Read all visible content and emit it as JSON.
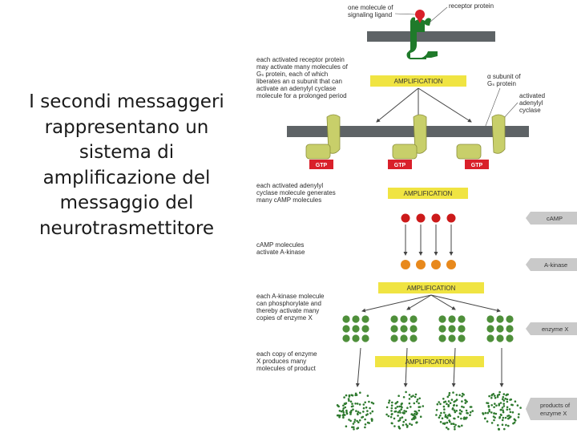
{
  "title_lines": [
    "I secondi messaggeri",
    "rappresentano un",
    "sistema di",
    "amplificazione del",
    "messaggio del",
    "neurotrasmettitore"
  ],
  "labels": {
    "ligand": [
      "one molecule of",
      "signaling ligand"
    ],
    "receptor": "receptor protein",
    "alpha_subunit": [
      "α subunit of",
      "Gₛ protein"
    ],
    "adenylyl_cyclase": [
      "activated",
      "adenylyl",
      "cyclase"
    ],
    "amplification": "AMPLIFICATION",
    "gtp": "GTP"
  },
  "notes": {
    "receptor_step": [
      "each activated receptor protein",
      "may activate many molecules of",
      "Gₛ protein, each of which",
      "liberates an α subunit that can",
      "activate an adenylyl cyclase",
      "molecule for a prolonged period"
    ],
    "cyclase_step": [
      "each activated adenylyl",
      "cyclase molecule generates",
      "many cAMP molecules"
    ],
    "camp_step": [
      "cAMP molecules",
      "activate A-kinase"
    ],
    "kinase_step": [
      "each A-kinase molecule",
      "can phosphorylate and",
      "thereby activate many",
      "copies of enzyme X"
    ],
    "enzyme_step": [
      "each copy of enzyme",
      "X produces many",
      "molecules of product"
    ]
  },
  "side_tags": {
    "camp": [
      "cAMP"
    ],
    "akinase": [
      "A-kinase"
    ],
    "enzyme": [
      "enzyme X"
    ],
    "products": [
      "products of",
      "enzyme X"
    ]
  },
  "colors": {
    "membrane": "#5e6366",
    "receptor": "#1f7a2a",
    "ligand": "#d9202a",
    "g_protein": "#c8cf6a",
    "gtp": "#d9202a",
    "amplification_bar": "#f0e442",
    "camp": "#cc1a1a",
    "akinase": "#e8891c",
    "enzyme": "#4e8f3a",
    "product": "#2f7a2f",
    "side_tag": "#c9c9c9"
  }
}
